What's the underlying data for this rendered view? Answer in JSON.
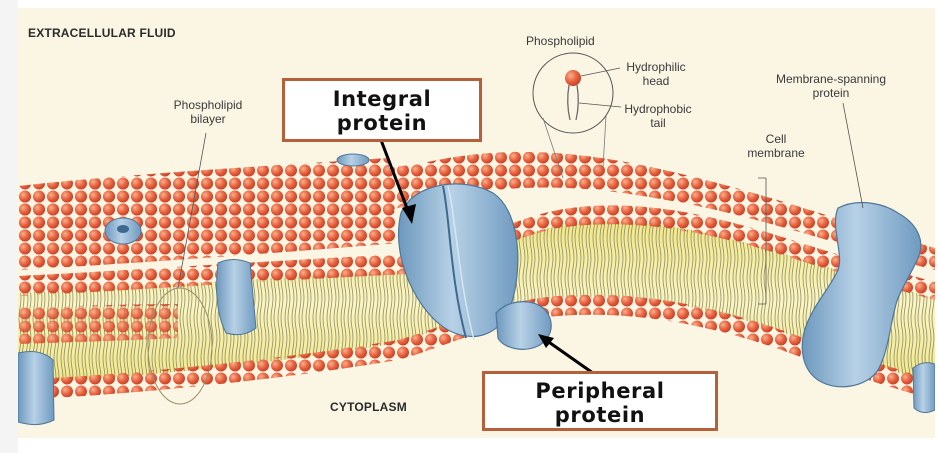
{
  "diagram": {
    "labels": {
      "extracellular_fluid": "EXTRACELLULAR FLUID",
      "cytoplasm": "CYTOPLASM",
      "phospholipid_bilayer_line1": "Phospholipid",
      "phospholipid_bilayer_line2": "bilayer",
      "phospholipid": "Phospholipid",
      "hydrophilic_head_line1": "Hydrophilic",
      "hydrophilic_head_line2": "head",
      "hydrophobic_tail_line1": "Hydrophobic",
      "hydrophobic_tail_line2": "tail",
      "cell_membrane_line1": "Cell",
      "cell_membrane_line2": "membrane",
      "membrane_spanning_line1": "Membrane-spanning",
      "membrane_spanning_line2": "protein"
    },
    "callouts": {
      "integral_line1": "Integral",
      "integral_line2": "protein",
      "peripheral_line1": "Peripheral",
      "peripheral_line2": "protein"
    },
    "colors": {
      "head": "#e8623f",
      "head_highlight": "#f6a07e",
      "tail_band": "#f4eea0",
      "protein": "#8db4d3",
      "protein_dark": "#5f8cb1",
      "background": "#fbf6e4",
      "callout_border": "#b5603a"
    }
  }
}
